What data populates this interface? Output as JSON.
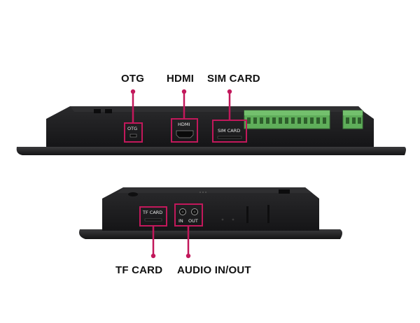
{
  "colors": {
    "background": "#ffffff",
    "device_body": "#1c1c1e",
    "device_base": "#262628",
    "callout": "#c2185b",
    "terminal_block": "#5fae5a",
    "label_text": "#111111"
  },
  "top_view": {
    "callouts": [
      {
        "id": "otg",
        "label": "OTG",
        "port_text": "OTG"
      },
      {
        "id": "hdmi",
        "label": "HDMI",
        "port_text": "HDMI"
      },
      {
        "id": "sim",
        "label": "SIM CARD",
        "port_text": "SIM CARD"
      }
    ],
    "terminal_blocks": [
      "green-terminal-block-large",
      "green-terminal-block-small"
    ]
  },
  "bottom_view": {
    "callouts": [
      {
        "id": "tf",
        "label": "TF CARD",
        "port_text": "TF CARD"
      },
      {
        "id": "audio",
        "label": "AUDIO IN/OUT",
        "jack_labels": [
          "IN",
          "OUT"
        ]
      }
    ]
  }
}
